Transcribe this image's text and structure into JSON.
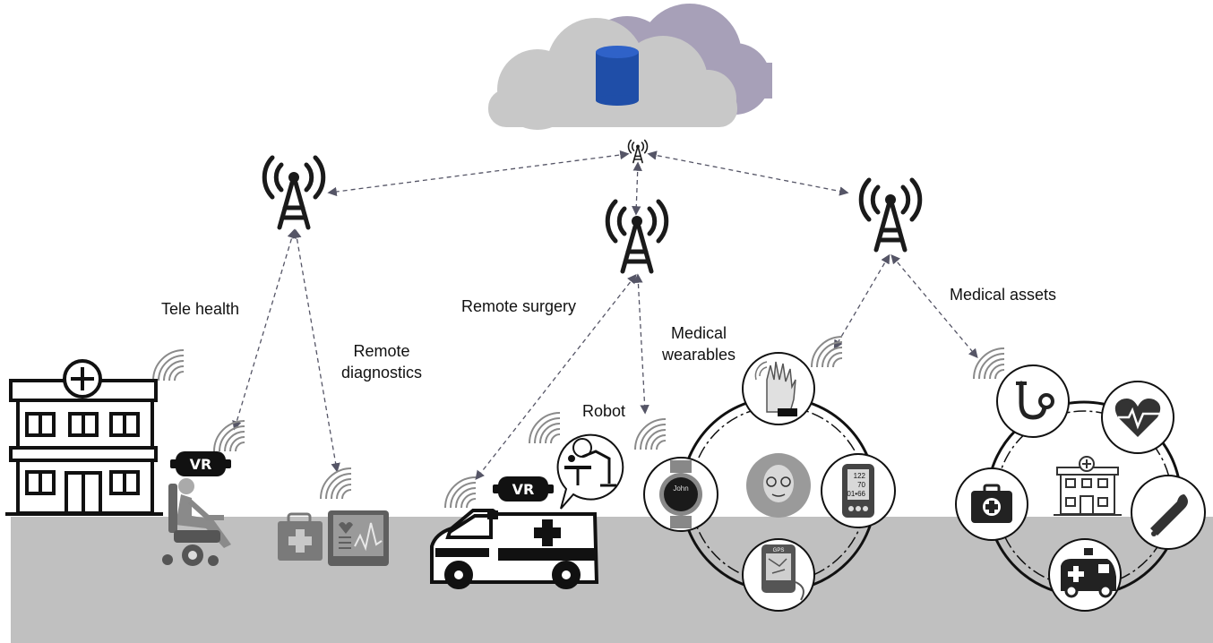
{
  "labels": {
    "tele_health": "Tele health",
    "remote_diagnostics_line1": "Remote",
    "remote_diagnostics_line2": "diagnostics",
    "remote_surgery": "Remote surgery",
    "robot": "Robot",
    "medical_wearables_line1": "Medical",
    "medical_wearables_line2": "wearables",
    "medical_assets": "Medical assets"
  },
  "vr_badge_text": "VR",
  "watch_text": "John",
  "device_readout": [
    "122",
    "70",
    "01•66"
  ],
  "gps_text": "GPS",
  "colors": {
    "ground": "#c0c0c0",
    "cloud_front": "#c8c8c8",
    "cloud_back": "#a7a0b8",
    "database": "#1f4ea8",
    "link_line": "#555566",
    "icon_dark": "#1a1a1a"
  },
  "icons": [
    "cloud-icon",
    "database-icon",
    "small-antenna-icon",
    "cell-tower-icon",
    "hospital-icon",
    "wheelchair-patient-icon",
    "vr-headset-icon",
    "medical-kit-icon",
    "heart-monitor-icon",
    "ambulance-icon",
    "surgical-robot-icon",
    "smart-glove-icon",
    "smartwatch-icon",
    "patient-avatar-icon",
    "glucose-meter-icon",
    "gps-tracker-icon",
    "stethoscope-icon",
    "heart-rate-icon",
    "thermometer-icon",
    "first-aid-kit-icon",
    "wifi-signal-icon"
  ]
}
